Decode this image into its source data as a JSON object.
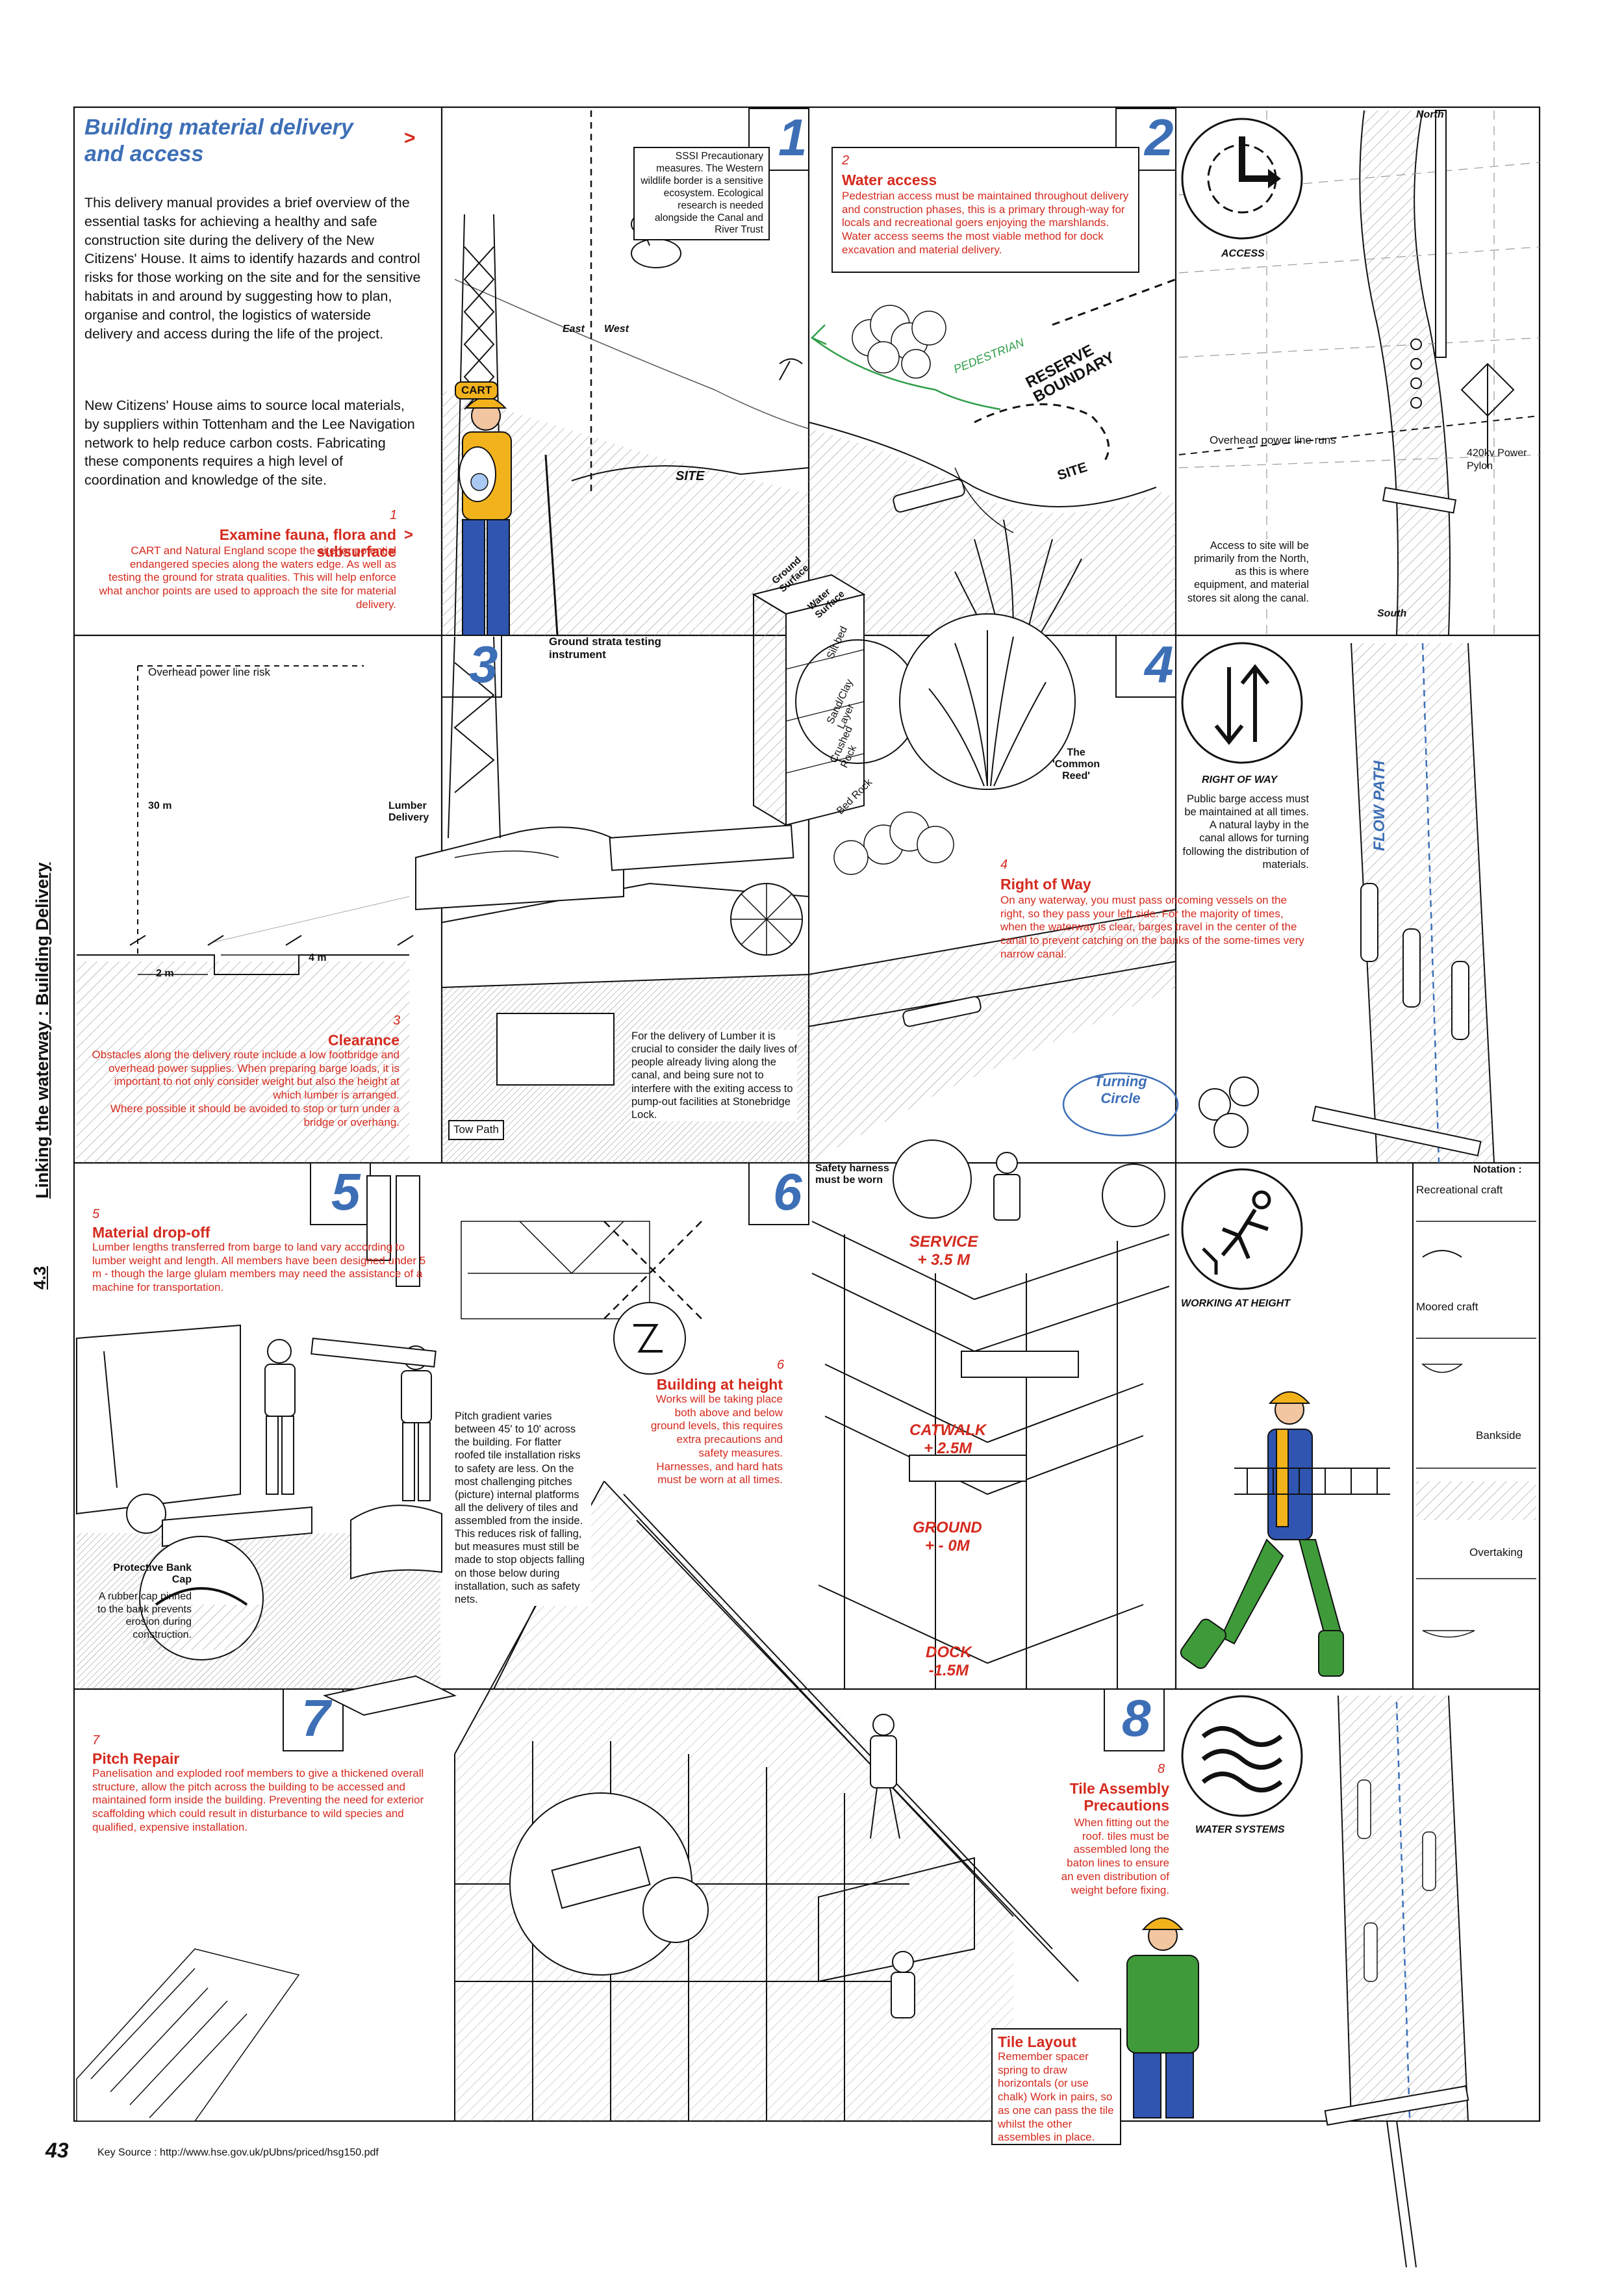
{
  "page": {
    "number": "43",
    "section_number": "4.3",
    "vertical_title": "Linking the waterway : Building Delivery",
    "key_source": "Key Source : http://www.hse.gov.uk/pUbns/priced/hsg150.pdf"
  },
  "intro": {
    "title": "Building material delivery\nand access",
    "arrow": ">",
    "paragraph1": "This delivery manual provides a brief overview of the essential tasks for achieving a healthy and safe construction site during the delivery of the New Citizens' House. It aims to identify hazards and control risks for those working on the site and for the sensitive habitats in and around by suggesting how to plan, organise and control, the logistics of waterside delivery and access during the life of the project.",
    "paragraph2": "New Citizens' House aims to source local materials, by suppliers within Tottenham and the Lee Navigation network to help reduce carbon costs. Fabricating these components requires a high level of coordination and knowledge of the site."
  },
  "panel1": {
    "number": "1",
    "small_number": "1",
    "title": "Examine fauna, flora and subsurface",
    "arrow": ">",
    "body": "CART and Natural England scope the site for potential endangered species along the waters edge. As well as testing the ground for strata qualities. This will help enforce what anchor points are used to approach the site for material delivery.",
    "callout": "SSSI Precautionary measures. The Western wildlife border is a sensitive ecosystem. Ecological research is needed alongside the Canal and River Trust",
    "label_east": "East",
    "label_west": "West",
    "label_site": "SITE",
    "label_cart": "CART"
  },
  "panel2": {
    "number": "2",
    "small_number": "2",
    "title": "Water access",
    "body": "Pedestrian access must be maintained throughout delivery and construction phases, this is a primary through-way for locals and recreational goers enjoying the marshlands. Water access seems the most viable method for dock excavation and material delivery.",
    "label_pedestrian": "PEDESTRIAN",
    "label_reserve": "RESERVE\nBOUNDARY",
    "label_site": "SITE"
  },
  "access": {
    "icon_label": "ACCESS",
    "north": "North",
    "south": "South",
    "power_line": "Overhead power line runs",
    "pylon": "420kv Power\nPylon",
    "note": "Access to site will be primarily from the North, as this is where equipment, and material stores sit along the canal."
  },
  "strata": {
    "title": "Ground strata testing\ninstrument",
    "ground_surface": "Ground\nSurface",
    "water_surface": "Water\nSurface",
    "layers": [
      "Silt bed",
      "Sand/Clay\nLayer",
      "Crushed\nRock",
      "Bed Rock"
    ],
    "reed": "The\n'Common\nReed'"
  },
  "panel3": {
    "number": "3",
    "small_number": "3",
    "title": "Clearance",
    "body": "Obstacles along the delivery route include a low footbridge and overhead power supplies. When preparing barge loads, it is important to not only consider weight but also the height at which lumber is arranged.\nWhere possible it should be avoided to stop or turn under a bridge or overhang.",
    "power_line_risk": "Overhead power line risk",
    "dim_30": "30 m",
    "dim_2": "2 m",
    "dim_4": "4 m",
    "lumber_delivery": "Lumber\nDelivery",
    "tow_path": "Tow Path",
    "lumber_note": "For the delivery of Lumber it is crucial to consider the daily lives of people already living along the canal, and being sure not to interfere with the exiting access to pump-out facilities at Stonebridge Lock."
  },
  "panel4": {
    "number": "4",
    "small_number": "4",
    "title": "Right of Way",
    "body": "On any waterway, you must pass oncoming vessels on the right, so they pass your left side. For the majority of times, when the waterway is clear, barges travel in the center of the canal to prevent catching on the banks of the some-times very narrow canal.",
    "turning_circle": "Turning\nCircle",
    "icon_label": "RIGHT OF WAY",
    "icon_note": "Public barge access must be maintained at all times. A natural layby in the canal allows for turning following the distribution of materials.",
    "flow_path": "FLOW PATH"
  },
  "panel5": {
    "number": "5",
    "small_number": "5",
    "title": "Material drop-off",
    "body": "Lumber lengths transferred from barge to land vary according to lumber weight and length. All members have been designed under 5 m - though the large glulam members may need the assistance of a machine for transportation.",
    "bank_cap_title": "Protective Bank\nCap",
    "bank_cap_note": "A rubber cap pinned to the bank prevents erosion during construction."
  },
  "pitch": {
    "note": "Pitch gradient varies between 45' to 10' across the building. For flatter roofed tile installation risks to safety are less. On the most challenging pitches (picture) internal platforms all the delivery of tiles and assembled from the inside. This reduces risk of falling, but measures must still be made to stop objects falling on those below during installation, such as safety nets."
  },
  "panel6": {
    "number": "6",
    "small_number": "6",
    "title": "Building at height",
    "body": "Works will be taking place both above and below ground levels, this requires extra precautions and safety measures. Harnesses, and hard hats must be worn at all times.",
    "harness": "Safety harness\nmust be worn",
    "levels": [
      "SERVICE\n+ 3.5 M",
      "CATWALK\n+ 2.5M",
      "GROUND\n+ - 0M",
      "DOCK\n-1.5M"
    ]
  },
  "notation": {
    "title": "Notation :",
    "items": [
      "Recreational craft",
      "Moored craft",
      "Bankside",
      "Overtaking"
    ],
    "icon_label": "WORKING AT HEIGHT"
  },
  "panel7": {
    "number": "7",
    "small_number": "7",
    "title": "Pitch Repair",
    "body": "Panelisation and exploded roof members to give a thickened overall structure, allow the pitch across the building to be accessed and maintained form inside the building. Preventing the need for exterior scaffolding which could result in disturbance to wild species and qualified, expensive installation."
  },
  "panel8": {
    "number": "8",
    "small_number": "8",
    "title": "Tile Assembly\nPrecautions",
    "body": "When fitting out the roof. tiles must be assembled long the baton lines to ensure an even distribution of weight before fixing.",
    "tile_layout_title": "Tile Layout",
    "tile_layout_body": "Remember spacer spring to draw horizontals (or use chalk) Work in pairs, so as one can pass the tile whilst the other assembles in place.",
    "icon_label": "WATER SYSTEMS"
  },
  "colors": {
    "accent_blue": "#3d6fb6",
    "accent_red": "#d42a1e",
    "worker_yellow": "#f2b21c",
    "worker_blue": "#2f55b0",
    "worker_green": "#3f9b3a",
    "pedestrian_green": "#2f9e4a"
  }
}
